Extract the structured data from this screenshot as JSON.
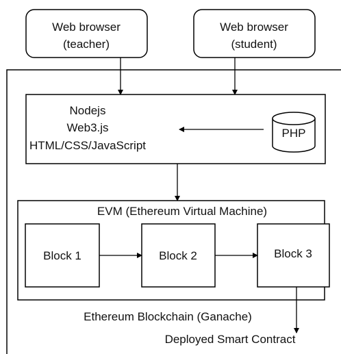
{
  "browsers": {
    "teacher": {
      "line1": "Web browser",
      "line2": "(teacher)"
    },
    "student": {
      "line1": "Web browser",
      "line2": "(student)"
    }
  },
  "server": {
    "lines": [
      "Nodejs",
      "Web3.js",
      "HTML/CSS/JavaScript"
    ],
    "php": "PHP"
  },
  "evm": {
    "title": "EVM (Ethereum Virtual Machine)",
    "blocks": [
      "Block 1",
      "Block 2",
      "Block 3"
    ]
  },
  "blockchain_label": "Ethereum Blockchain (Ganache)",
  "deployed_label": "Deployed Smart Contract"
}
